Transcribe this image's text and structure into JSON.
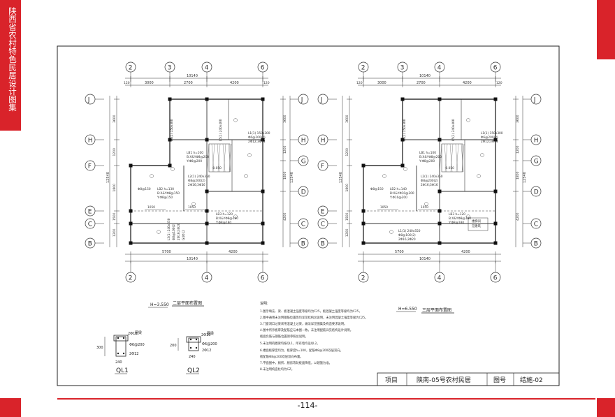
{
  "book_title": "陕西省农村特色民居设计图集",
  "page_number": "-114-",
  "title_block": {
    "project_label": "项目",
    "project_name": "陕南-05号农村民居",
    "drawing_no_label": "图号",
    "drawing_no": "结施-02"
  },
  "plans": [
    {
      "title": "二层平面布置图",
      "elevation": "H=3.550"
    },
    {
      "title": "三层平面布置图",
      "elevation": "H=6.550"
    }
  ],
  "axes": {
    "top": [
      "2",
      "3",
      "4",
      "6"
    ],
    "bottom": [
      "2",
      "4",
      "6"
    ],
    "left": [
      "J",
      "H",
      "F",
      "E",
      "C",
      "B"
    ],
    "right": [
      "J",
      "H",
      "G",
      "D",
      "C",
      "B"
    ]
  },
  "dims": {
    "top_segments": [
      "3000",
      "2700",
      "4200"
    ],
    "top_total": "10140",
    "bottom_segments": [
      "5700",
      "4200"
    ],
    "bottom_total": "10140",
    "edge": "120",
    "left_vertical": [
      "3600",
      "1200",
      "1800",
      "1500",
      "1200"
    ],
    "left_total": "12540",
    "right_vertical": [
      "3600",
      "1200",
      "1800",
      "4200"
    ],
    "right_total": "12540"
  },
  "beam_labels_a": {
    "l1": "L1(1) 150x300",
    "l1b": "Φ6@200(2)",
    "l1c": "2Φ12;3Φ14",
    "lb1": "LB1 h=100",
    "lb1b": "B:X&YΦ8@200",
    "lb1c": "Y:Φ8@200",
    "lb2": "LB2 h=130",
    "lb2b": "B:X&YΦ8@150",
    "lb2c": "Y:Φ8@150",
    "l2": "L2(1) 240x350",
    "l2b": "Φ8@200(2)",
    "l2c": "2Φ16;3Φ16",
    "lb3": "LB3 h=120",
    "lb3b": "B:X&YΦ8@180",
    "lb3c": "Y:Φ8@180",
    "l3": "L3(1) 240x550",
    "l3b": "Φ8@100(2)",
    "l3c": "2Φ16;3Φ20",
    "l3d": "G4Φ12",
    "v1": "L4(1) 150x300",
    "v2": "L5(1) 240x400",
    "r1": "Φ8@150",
    "r2": "1050",
    "r3": "-0.050"
  },
  "beam_labels_b": {
    "lb2": "LB2 h=140",
    "lb2b": "B:X&YΦ10@200",
    "lb2c": "Y:Φ10@200",
    "l3": "L1(1) 240x550",
    "lb4": "楼梯间",
    "lb5": "见建筑"
  },
  "details": [
    {
      "name": "QL1",
      "dim_top": "2Φ10",
      "dim_w": "240",
      "dim_h": "300",
      "stirrup": "Φ6@200",
      "note": "圈梁",
      "note2": "2Φ12"
    },
    {
      "name": "QL2",
      "dim_top": "2Φ10",
      "dim_w": "240",
      "dim_h": "200",
      "stirrup": "Φ6@200",
      "note": "圈梁",
      "note2": "2Φ12"
    }
  ],
  "notes": {
    "heading": "说明:",
    "lines": [
      "1.图示填充、梁、板混凝土强度等级均为C25，板混凝土强度等级均为C25，",
      "2.图中通用未注明钢筋位置等均详见结构总说明，未注明混凝土强度等级为C25。",
      "3.门窗洞口过梁采用混凝土过梁，做法详见图集及构造要求说明。",
      "4.图中所示板厚及配筋应与本图一致，未注明配筋详见结构设计说明。",
      "   板面负筋与钢筋位置请参照总说明。",
      "5.未注明的圈梁均按QL1，所有墙均设QL2。",
      "6.楼面板厚度均为，板厚度h=100，配筋Φ8@200双层双向。",
      "   板配筋Φ8@200双层双向布置。",
      "7.平面图中，厕所、厨房等处板面降低，以建施为准。",
      "8.未注明构造柱均为GZ。"
    ]
  },
  "colors": {
    "accent": "#d9232a",
    "line": "#333333"
  }
}
